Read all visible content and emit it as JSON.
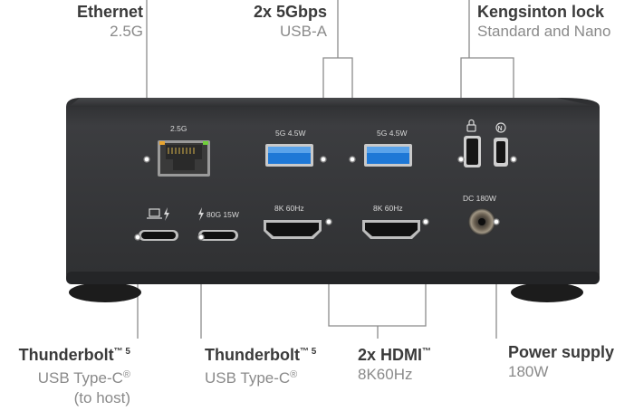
{
  "callouts": {
    "ethernet": {
      "title": "Ethernet",
      "sub": "2.5G"
    },
    "usba": {
      "title": "2x 5Gbps",
      "sub": "USB-A"
    },
    "lock": {
      "title": "Kengsinton lock",
      "sub": "Standard and Nano"
    },
    "tb_host": {
      "title": "Thunderbolt",
      "title_sup": "™ 5",
      "sub": "USB Type-C",
      "sub_sup": "®",
      "sub2": "(to host)"
    },
    "tb": {
      "title": "Thunderbolt",
      "title_sup": "™ 5",
      "sub": "USB Type-C",
      "sub_sup": "®"
    },
    "hdmi": {
      "title": "2x HDMI",
      "title_sup": "™",
      "sub": "8K60Hz"
    },
    "power": {
      "title": "Power supply",
      "sub": "180W"
    }
  },
  "device_labels": {
    "ethernet": "2.5G",
    "usba_1": "5G 4.5W",
    "usba_2": "5G 4.5W",
    "tb_power": "80G 15W",
    "hdmi_1": "8K 60Hz",
    "hdmi_2": "8K 60Hz",
    "dc": "DC 180W"
  },
  "colors": {
    "body": "#3b3c3e",
    "usb_blue": "#1e78d6",
    "lines": "#8c8c8c"
  },
  "icons": [
    "laptop-icon",
    "lightning-icon",
    "lock-icon",
    "nano-lock-icon"
  ]
}
